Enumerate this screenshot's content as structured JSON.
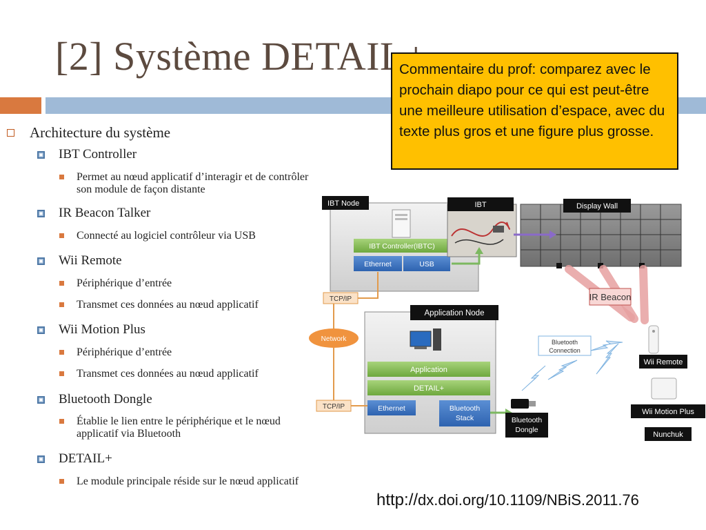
{
  "slide": {
    "title": "[2] Système DETAIL+",
    "comment": "Commentaire du prof: comparez avec le prochain diapo pour ce qui est peut-être une meilleure utilisation d’espace, avec du texte plus gros et une figure plus grosse.",
    "doi_scheme": "http://",
    "doi_rest": "dx.doi.org/10.1109/NBiS.2011.76",
    "accent_orange": "#d9793f",
    "accent_blue": "#9fbad7"
  },
  "outline": {
    "heading": "Architecture du système",
    "items": [
      {
        "label": "IBT Controller",
        "details": [
          "Permet au nœud applicatif d’interagir et de contrôler son module de façon distante"
        ]
      },
      {
        "label": "IR Beacon Talker",
        "details": [
          "Connecté au logiciel contrôleur via USB"
        ]
      },
      {
        "label": "Wii Remote",
        "details": [
          "Périphérique d’entrée",
          "Transmet ces données au nœud applicatif"
        ]
      },
      {
        "label": "Wii Motion Plus",
        "details": [
          "Périphérique d’entrée",
          "Transmet ces données au nœud applicatif"
        ]
      },
      {
        "label": "Bluetooth Dongle",
        "details": [
          "Établie le lien entre le périphérique et le nœud applicatif via Bluetooth"
        ]
      },
      {
        "label": "DETAIL+",
        "details": [
          "Le module principale réside sur le nœud applicatif"
        ]
      }
    ]
  },
  "diagram": {
    "ibt_node": "IBT Node",
    "ibt": "IBT",
    "display_wall": "Display Wall",
    "ibt_controller": "IBT Controller(IBTC)",
    "ethernet_top": "Ethernet",
    "usb": "USB",
    "tcpip_top": "TCP/IP",
    "network": "Network",
    "ir_beacon": "IR Beacon",
    "application_node": "Application Node",
    "application": "Application",
    "detail_plus": "DETAIL+",
    "ethernet_bottom": "Ethernet",
    "bluetooth_stack_1": "Bluetooth",
    "bluetooth_stack_2": "Stack",
    "tcpip_bottom": "TCP/IP",
    "bt_connection_1": "Bluetooth",
    "bt_connection_2": "Connection",
    "bt_dongle_1": "Bluetooth",
    "bt_dongle_2": "Dongle",
    "wii_remote": "Wii Remote",
    "wii_motion_plus": "Wii Motion Plus",
    "nunchuk": "Nunchuk"
  }
}
